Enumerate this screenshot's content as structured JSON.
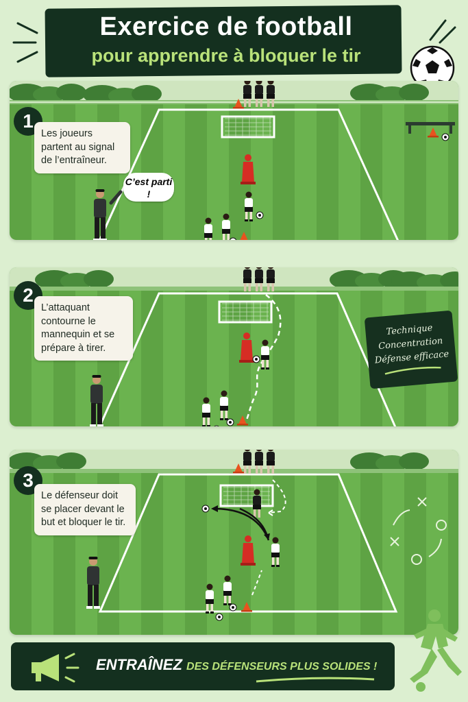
{
  "header": {
    "title": "Exercice de football",
    "subtitle": "pour apprendre à bloquer le tir"
  },
  "steps": [
    {
      "number": "1",
      "text": "Les joueurs partent au signal de l’entraîneur.",
      "speech": "C’est parti !"
    },
    {
      "number": "2",
      "text": "L’attaquant contourne le mannequin et se prépare à tirer."
    },
    {
      "number": "3",
      "text": "Le défenseur doit se placer devant le but et bloquer le tir."
    }
  ],
  "board": {
    "items": [
      "Technique",
      "Concentration",
      "Défense efficace"
    ]
  },
  "footer": {
    "highlight": "ENTRAÎNEZ",
    "rest": "DES DÉFENSEURS PLUS SOLIDES !"
  },
  "colors": {
    "dark": "#14301f",
    "accent": "#b9e27a",
    "grass": "#66ad4a",
    "cone": "#e8531f",
    "dummy": "#d62d24"
  },
  "icons": [
    "soccer-ball-icon",
    "megaphone-icon",
    "player-silhouette-icon",
    "tactics-icon"
  ]
}
